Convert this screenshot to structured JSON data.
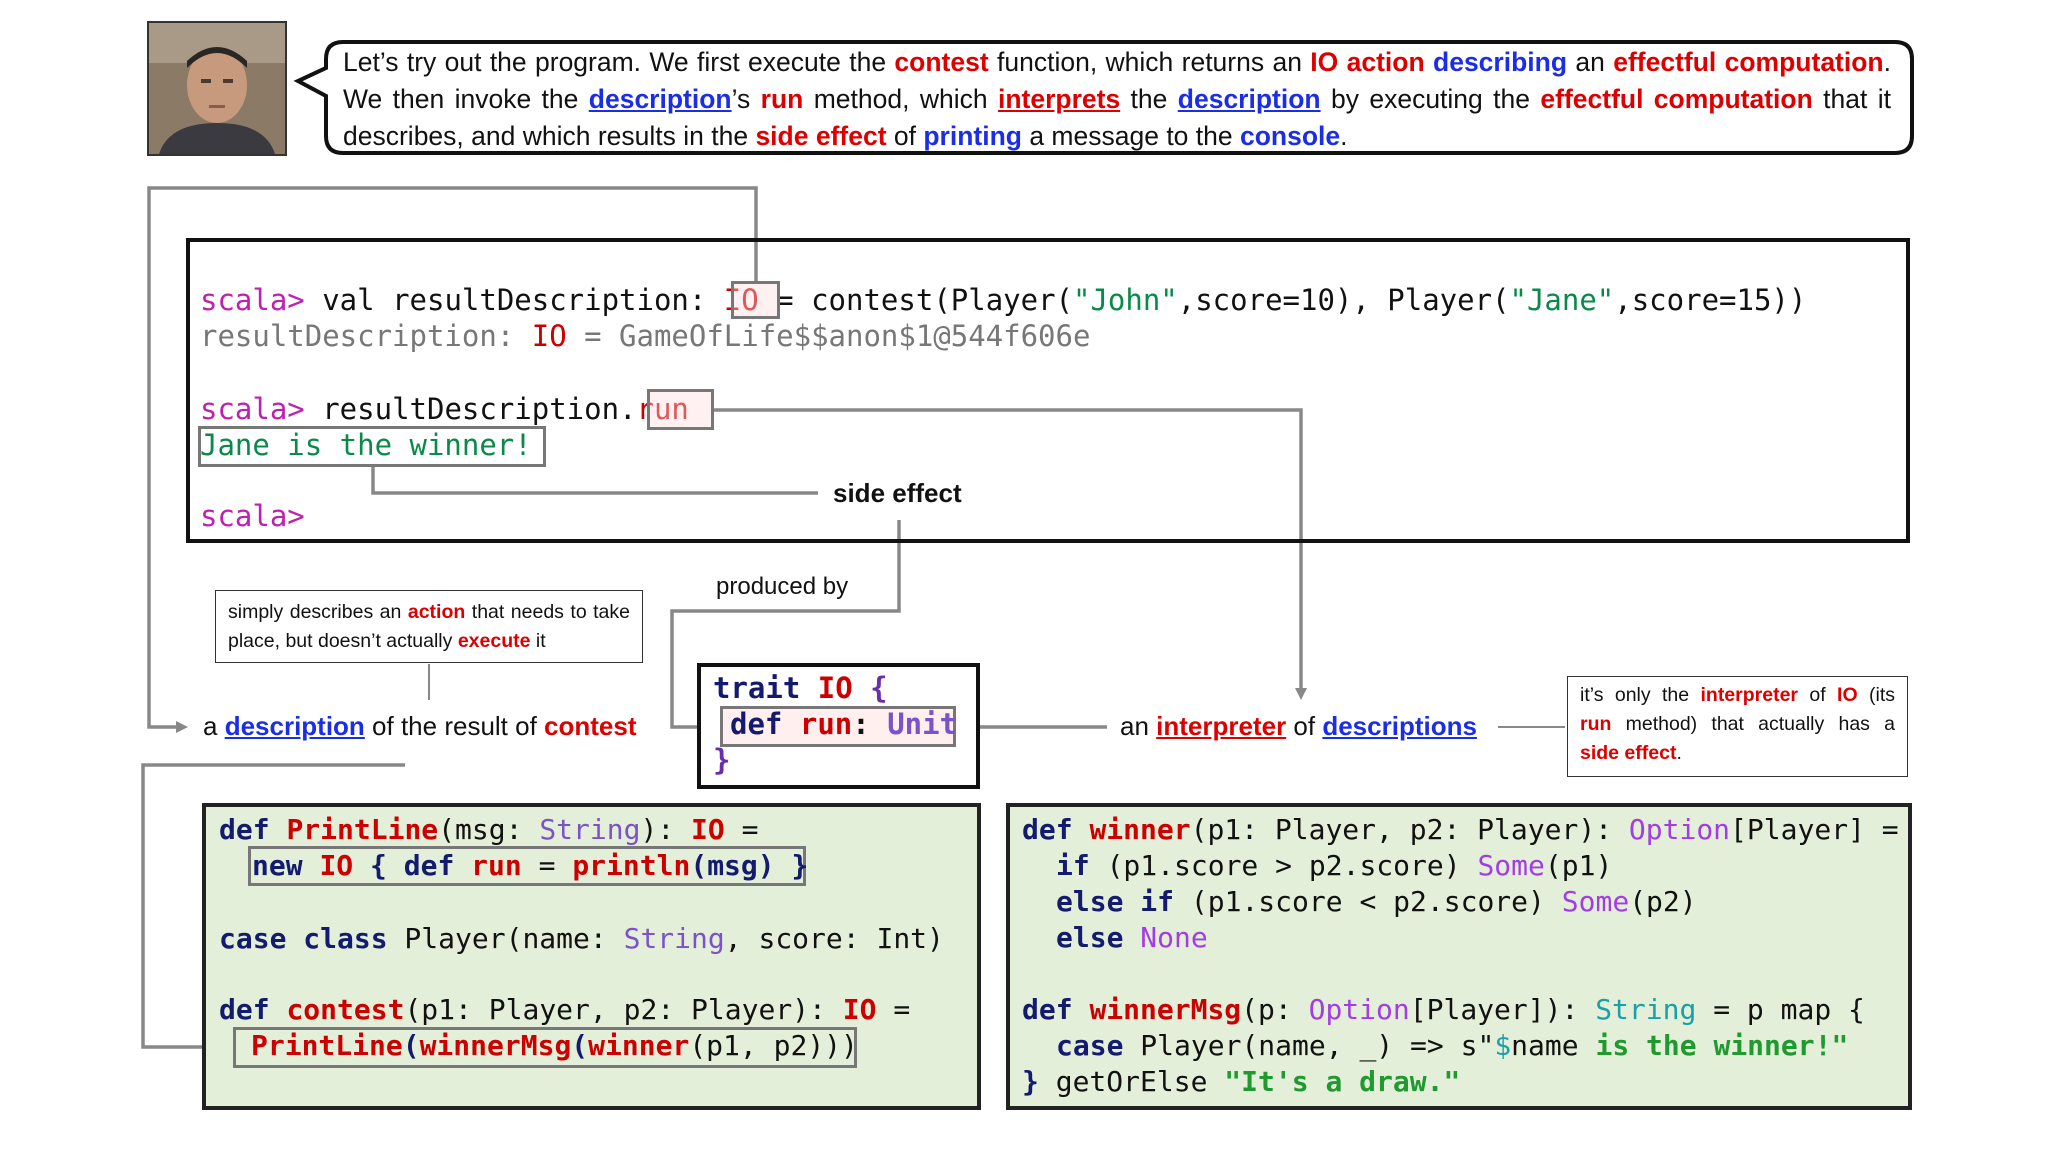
{
  "narration": {
    "segments": [
      {
        "t": "Let’s try out the program. We first execute the ",
        "c": ""
      },
      {
        "t": "contest",
        "c": "red"
      },
      {
        "t": " function, which returns an ",
        "c": ""
      },
      {
        "t": "IO action",
        "c": "red"
      },
      {
        "t": " ",
        "c": ""
      },
      {
        "t": "describing",
        "c": "blue"
      },
      {
        "t": " an ",
        "c": ""
      },
      {
        "t": "effectful computation",
        "c": "red"
      },
      {
        "t": ". We then invoke the ",
        "c": ""
      },
      {
        "t": "description",
        "c": "blue-u"
      },
      {
        "t": "’s ",
        "c": ""
      },
      {
        "t": "run",
        "c": "red"
      },
      {
        "t": " method, which ",
        "c": ""
      },
      {
        "t": "interprets",
        "c": "red-u"
      },
      {
        "t": " the ",
        "c": ""
      },
      {
        "t": "description",
        "c": "blue-u"
      },
      {
        "t": " by executing the ",
        "c": ""
      },
      {
        "t": "effectful computation",
        "c": "red"
      },
      {
        "t": " that it describes, and which results in the ",
        "c": ""
      },
      {
        "t": "side effect",
        "c": "red"
      },
      {
        "t": " of ",
        "c": ""
      },
      {
        "t": "printing",
        "c": "blue"
      },
      {
        "t": " a message to the ",
        "c": ""
      },
      {
        "t": "console",
        "c": "blue"
      },
      {
        "t": ".",
        "c": ""
      }
    ]
  },
  "repl": {
    "prompt": "scala>",
    "cmd1_pre": " val resultDescription: ",
    "cmd1_io": "IO",
    "cmd1_mid": " = contest(Player(",
    "cmd1_s1": "\"John\"",
    "cmd1_mid2": ",score=10), Player(",
    "cmd1_s2": "\"Jane\"",
    "cmd1_post": ",score=15))",
    "out1_pre": "resultDescription: ",
    "out1_io": "IO",
    "out1_post": " = GameOfLife$$anon$1@544f606e",
    "cmd2_pre": " resultDescription.",
    "cmd2_run": "run",
    "out2": "Jane is the winner!",
    "prompt3": "scala>"
  },
  "labels": {
    "side_effect": "side effect",
    "produced_by": "produced by",
    "desc_a": "a ",
    "desc_word": "description",
    "desc_of": " of the result of ",
    "desc_contest": "contest",
    "interp_an": "an ",
    "interp_word": "interpreter",
    "interp_of": " of ",
    "interp_desc": "descriptions"
  },
  "note_left": {
    "p1": "simply describes an ",
    "action": "action",
    "p2": " that needs to take place, but doesn’t actually ",
    "execute": "execute",
    "p3": " it"
  },
  "note_right": {
    "p1": "it’s only the ",
    "interpreter": "interpreter",
    "p2": " of ",
    "io": "IO",
    "p3": " (its ",
    "run": "run",
    "p4": " method) that actually has a ",
    "side_effect": "side effect",
    "p5": "."
  },
  "trait": {
    "l1_kw": "trait",
    "l1_io": "IO",
    "l1_brace": "{",
    "l2_def": "def",
    "l2_run": "run",
    "l2_colon": ":",
    "l2_unit": "Unit",
    "l3": "}"
  },
  "code_left": {
    "l1": [
      "def",
      " ",
      "PrintLine",
      "(msg: ",
      "String",
      "): ",
      "IO",
      " ="
    ],
    "l2": [
      "new",
      " ",
      "IO",
      " { ",
      "def",
      " ",
      "run",
      " = ",
      "println",
      "(msg) }"
    ],
    "l3": [
      "case class",
      " Player(name: ",
      "String",
      ", score: Int)"
    ],
    "l4": [
      "def",
      " ",
      "contest",
      "(p1: Player, p2: Player): ",
      "IO",
      " ="
    ],
    "l5": [
      "PrintLine",
      "(",
      "winnerMsg",
      "(",
      "winner",
      "(p1, p2)))"
    ]
  },
  "code_right": {
    "l1": [
      "def",
      " ",
      "winner",
      "(p1: Player, p2: Player): ",
      "Option",
      "[Player] ="
    ],
    "l2": [
      "if",
      " (p1.score > p2.score) ",
      "Some",
      "(p1)"
    ],
    "l3": [
      "else if",
      " (p1.score < p2.score) ",
      "Some",
      "(p2)"
    ],
    "l4": [
      "else",
      " ",
      "None"
    ],
    "l5": [
      "def",
      " ",
      "winnerMsg",
      "(p: ",
      "Option",
      "[Player]): ",
      "String",
      " = p map {"
    ],
    "l6": [
      "case",
      " Player(name, _) => s\"",
      "$",
      "name ",
      "is the winner!\""
    ],
    "l7": [
      "}",
      " getOrElse ",
      "\"It's a draw.\""
    ]
  }
}
